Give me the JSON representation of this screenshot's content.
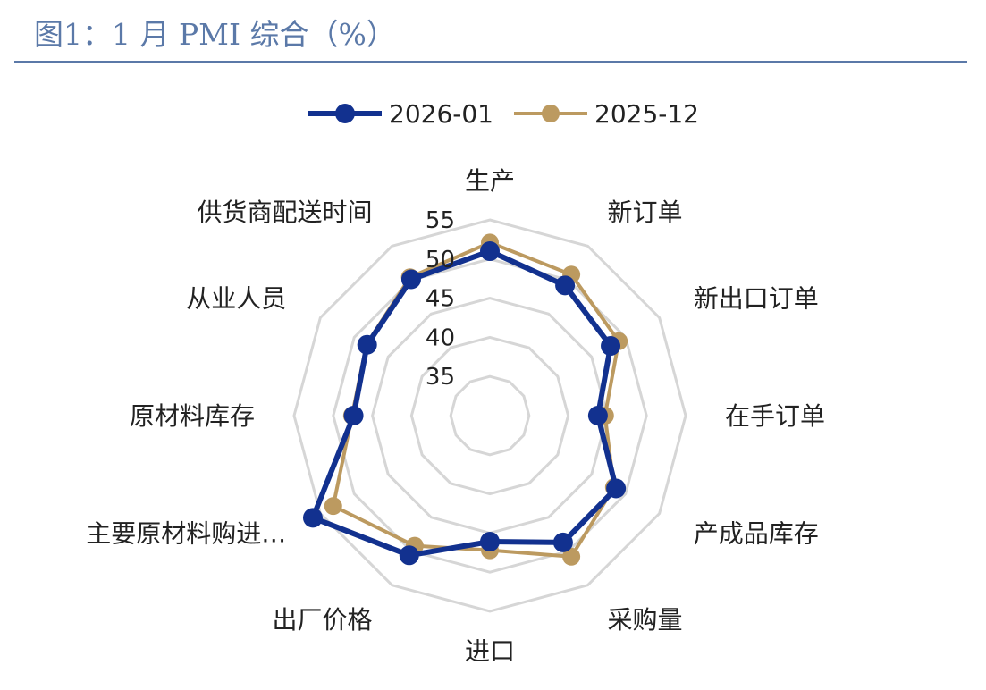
{
  "title": "图1：1 月 PMI 综合（%）",
  "chart_data": {
    "type": "radar",
    "categories": [
      "生产",
      "新订单",
      "新出口订单",
      "在手订单",
      "产成品库存",
      "采购量",
      "进口",
      "出厂价格",
      "主要原材料购进…",
      "原材料库存",
      "从业人员",
      "供货商配送时间"
    ],
    "series": [
      {
        "name": "2026-01",
        "color": "#12318f",
        "values": [
          51.0,
          49.2,
          47.8,
          43.8,
          48.6,
          48.7,
          46.1,
          50.6,
          56.1,
          47.4,
          48.1,
          50.1
        ]
      },
      {
        "name": "2025-12",
        "color": "#bc9a60",
        "values": [
          52.1,
          50.8,
          49.0,
          44.7,
          48.3,
          50.8,
          47.2,
          49.2,
          53.1,
          47.6,
          48.2,
          50.4
        ]
      }
    ],
    "rlim": [
      30,
      55
    ],
    "ticks": [
      35,
      40,
      45,
      50,
      55
    ],
    "legend": "top",
    "grid": true
  }
}
